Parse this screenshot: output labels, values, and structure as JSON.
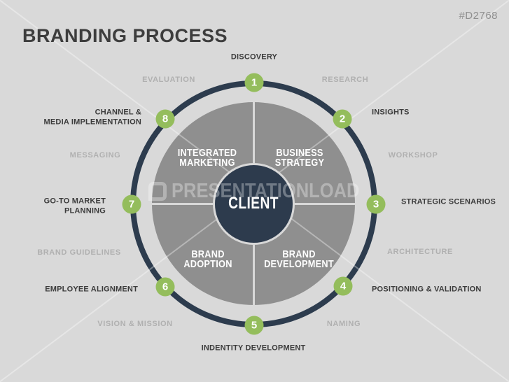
{
  "header": {
    "title": "BRANDING PROCESS",
    "code": "#D2768"
  },
  "watermark": {
    "text": "PRESENTATIONLOAD"
  },
  "center": {
    "label": "CLIENT"
  },
  "quadrants": {
    "top_left": "INTEGRATED\nMARKETING",
    "top_right": "BUSINESS\nSTRATEGY",
    "bottom_left": "BRAND\nADOPTION",
    "bottom_right": "BRAND\nDEVELOPMENT"
  },
  "steps": [
    {
      "number": "1",
      "label": "DISCOVERY"
    },
    {
      "number": "2",
      "label": "INSIGHTS"
    },
    {
      "number": "3",
      "label": "STRATEGIC SCENARIOS"
    },
    {
      "number": "4",
      "label": "POSITIONING & VALIDATION"
    },
    {
      "number": "5",
      "label": "INDENTITY DEVELOPMENT"
    },
    {
      "number": "6",
      "label": "EMPLOYEE ALIGNMENT"
    },
    {
      "number": "7",
      "label": "GO-TO MARKET\nPLANNING"
    },
    {
      "number": "8",
      "label": "CHANNEL &\nMEDIA IMPLEMENTATION"
    }
  ],
  "sub_steps": [
    {
      "label": "RESEARCH"
    },
    {
      "label": "WORKSHOP"
    },
    {
      "label": "ARCHITECTURE"
    },
    {
      "label": "NAMING"
    },
    {
      "label": "VISION & MISSION"
    },
    {
      "label": "BRAND GUIDELINES"
    },
    {
      "label": "MESSAGING"
    },
    {
      "label": "EVALUATION"
    }
  ],
  "colors": {
    "background": "#d9d9d9",
    "navy": "#2d3c4e",
    "quadrant_gray": "#8f8f8f",
    "accent_green": "#94bd5c",
    "dark_text": "#3b3b3b",
    "faded_text": "#b0b0b0"
  }
}
